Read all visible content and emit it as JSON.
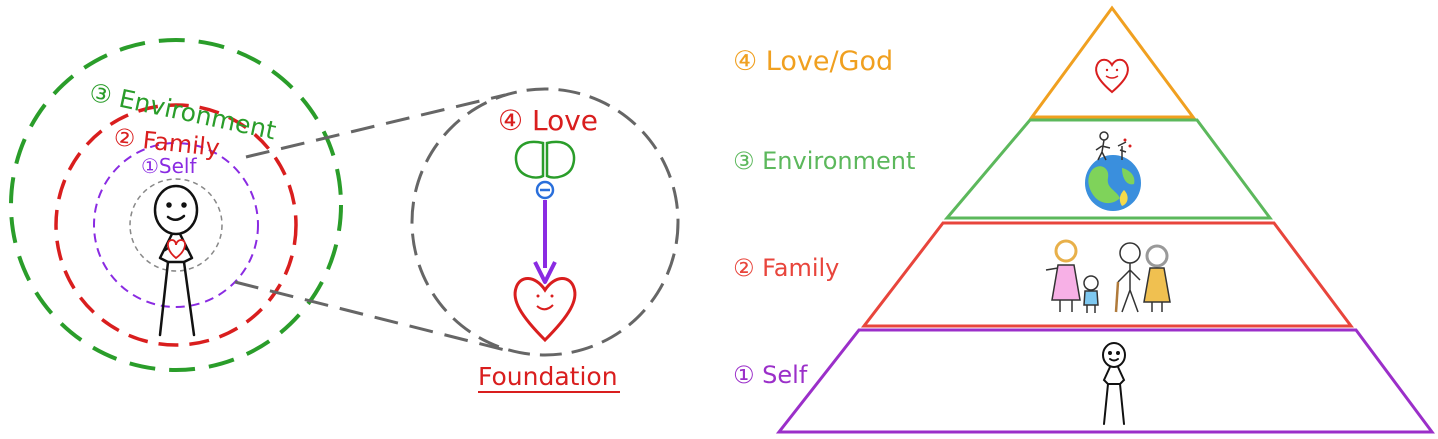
{
  "circles_diagram": {
    "environment_label": "③ Environment",
    "family_label": "② Family",
    "self_label": "①Self"
  },
  "zoom": {
    "love_label": "④ Love",
    "foundation_label": "Foundation"
  },
  "pyramid": {
    "levels": [
      {
        "label": "④ Love/God",
        "color": "#f0a020",
        "image": "heart-icon"
      },
      {
        "label": "③ Environment",
        "color": "#5cb85c",
        "image": "earth-icon"
      },
      {
        "label": "② Family",
        "color": "#e8453c",
        "image": "family-figures"
      },
      {
        "label": "① Self",
        "color": "#9b2fc9",
        "image": "stick-figure"
      }
    ]
  },
  "colors": {
    "green": "#2a9d2a",
    "red": "#d91e1e",
    "purple": "#8a2be2",
    "gray": "#666666",
    "orange": "#f0a020",
    "blue": "#2a6fdb"
  }
}
